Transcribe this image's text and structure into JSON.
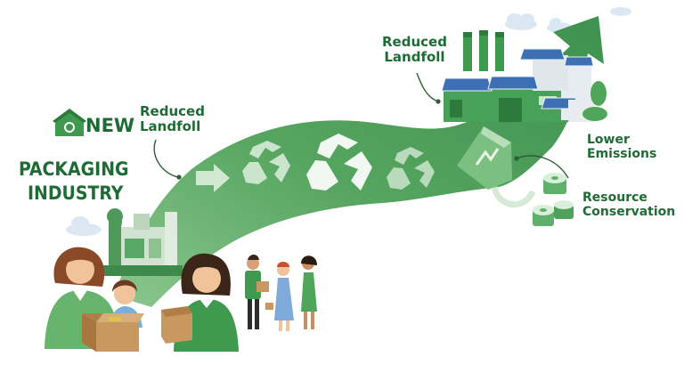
{
  "badge": {
    "text": "NEW",
    "icon": "house-recycle-icon"
  },
  "title": {
    "line1": "PACKAGING",
    "line2": "INDUSTRY"
  },
  "labels": {
    "reduced_landfill_left": "Reduced\nLandfoll",
    "reduced_landfill_top": "Reduced\nLandfoll",
    "lower_emissions": "Lower\nEmissions",
    "resource_conservation": "Resource\nConservation"
  },
  "icons": [
    "recycle-icon",
    "arrow-right-icon",
    "factory-icon",
    "solar-panel-icon",
    "compostable-bag-icon",
    "paper-roll-icon",
    "cardboard-box-icon",
    "cloud-icon",
    "tree-icon"
  ],
  "colors": {
    "brand_green": "#1f6b35",
    "wave_green": "#5aa865",
    "light_green": "#a8d4a6",
    "white": "#ffffff"
  }
}
